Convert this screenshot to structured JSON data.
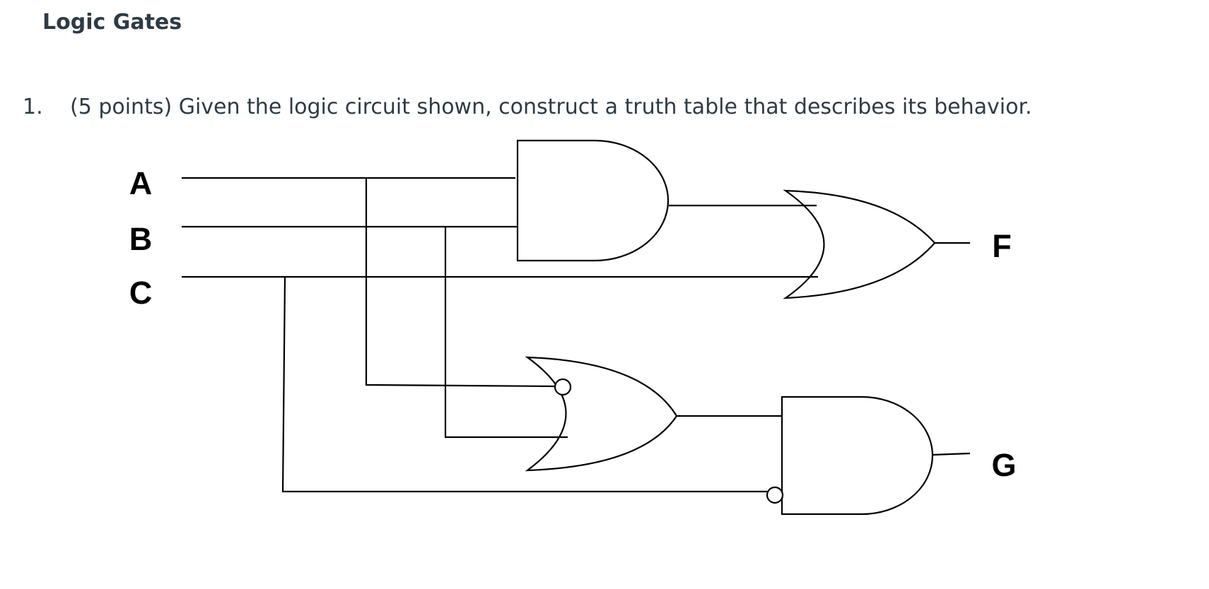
{
  "heading": "Logic Gates",
  "question": {
    "number": "1.",
    "text": "(5 points) Given the logic circuit shown, construct a truth table that describes its behavior."
  },
  "circuit": {
    "inputs": [
      "A",
      "B",
      "C"
    ],
    "outputs": [
      "F",
      "G"
    ],
    "gates": [
      {
        "name": "and-gate-1",
        "type": "AND",
        "inputs": [
          "A",
          "B"
        ]
      },
      {
        "name": "or-gate-f",
        "type": "OR",
        "inputs": [
          "and-gate-1",
          "C"
        ],
        "output": "F"
      },
      {
        "name": "or-gate-2",
        "type": "OR",
        "inputs": [
          "NOT A",
          "B"
        ]
      },
      {
        "name": "and-gate-g",
        "type": "AND",
        "inputs": [
          "or-gate-2",
          "NOT C"
        ],
        "output": "G"
      }
    ]
  }
}
